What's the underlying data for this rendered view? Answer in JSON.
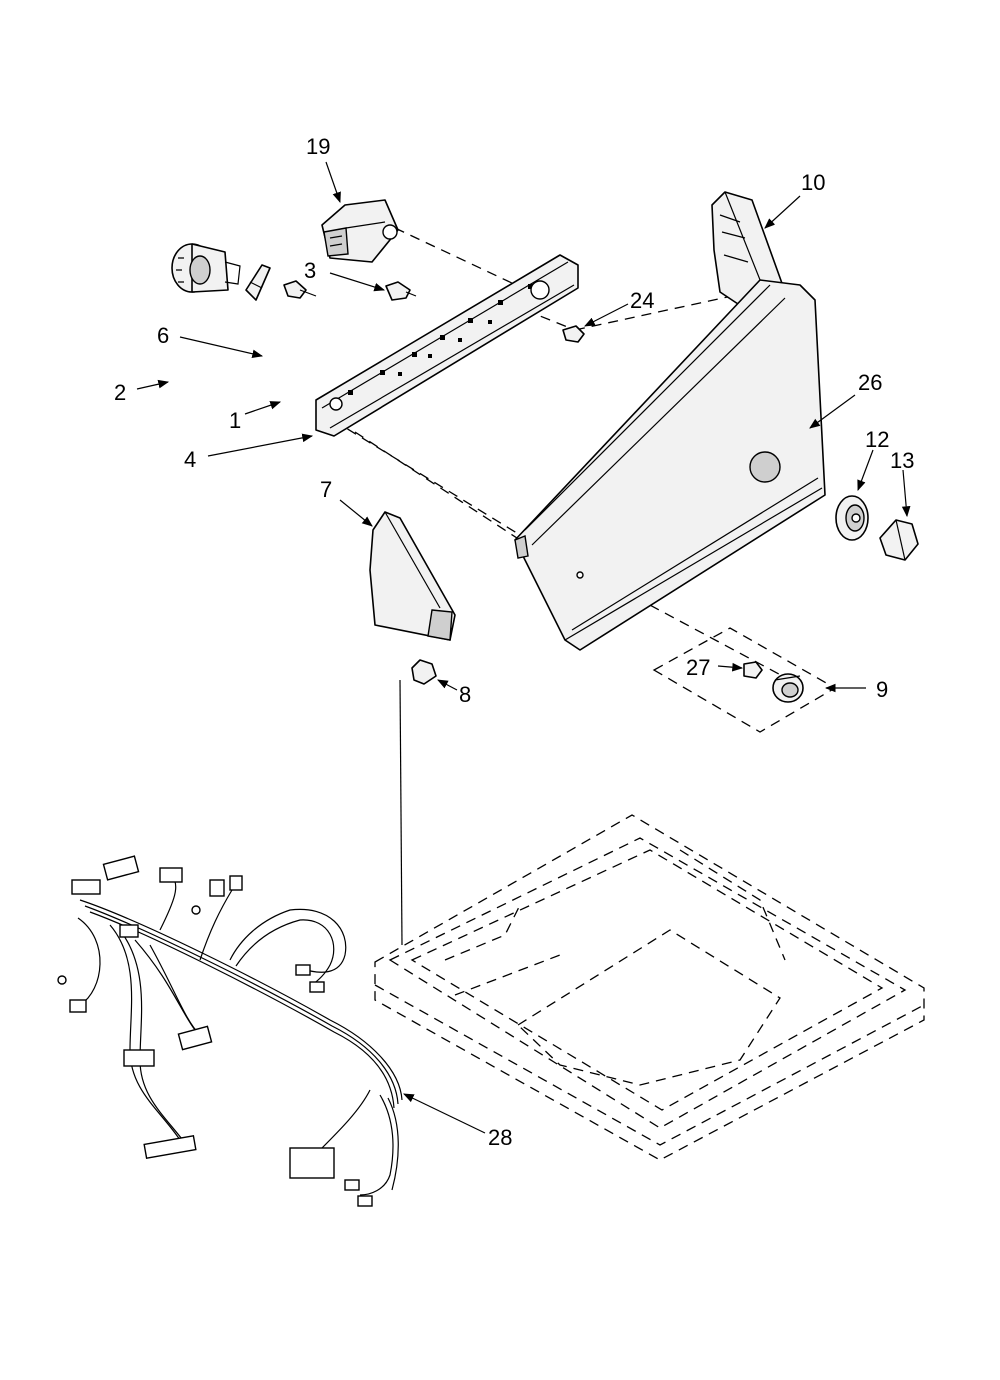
{
  "callouts": [
    {
      "id": "19",
      "text": "19"
    },
    {
      "id": "10",
      "text": "10"
    },
    {
      "id": "3",
      "text": "3"
    },
    {
      "id": "24",
      "text": "24"
    },
    {
      "id": "6",
      "text": "6"
    },
    {
      "id": "2",
      "text": "2"
    },
    {
      "id": "1",
      "text": "1"
    },
    {
      "id": "4",
      "text": "4"
    },
    {
      "id": "26",
      "text": "26"
    },
    {
      "id": "12",
      "text": "12"
    },
    {
      "id": "13",
      "text": "13"
    },
    {
      "id": "7",
      "text": "7"
    },
    {
      "id": "8",
      "text": "8"
    },
    {
      "id": "27",
      "text": "27"
    },
    {
      "id": "9",
      "text": "9"
    },
    {
      "id": "28",
      "text": "28"
    }
  ]
}
